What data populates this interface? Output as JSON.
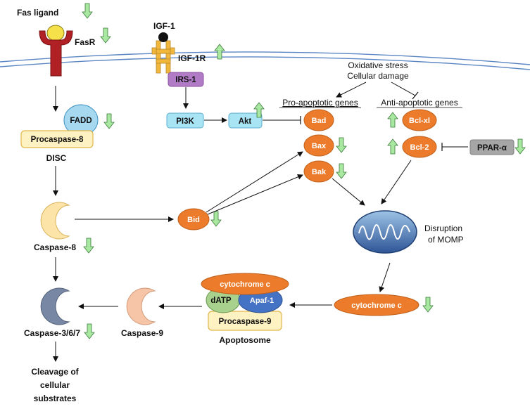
{
  "labels": {
    "fas_ligand": "Fas ligand",
    "fasr": "FasR",
    "igf1": "IGF-1",
    "igf1r": "IGF-1R",
    "irs1": "IRS-1",
    "pi3k": "PI3K",
    "akt": "Akt",
    "fadd": "FADD",
    "procaspase8": "Procaspase-8",
    "disc": "DISC",
    "caspase8": "Caspase-8",
    "caspase367": "Caspase-3/6/7",
    "caspase9": "Caspase-9",
    "cleavage_1": "Cleavage of",
    "cleavage_2": "cellular",
    "cleavage_3": "substrates",
    "ox_1": "Oxidative stress",
    "ox_2": "Cellular damage",
    "pro_apoptotic": "Pro-apoptotic genes",
    "anti_apoptotic": "Anti-apoptotic genes",
    "bad": "Bad",
    "bax": "Bax",
    "bak": "Bak",
    "bclxl": "Bcl-xl",
    "bcl2": "Bcl-2",
    "ppar": "PPAR-α",
    "bid": "Bid",
    "momp_1": "Disruption",
    "momp_2": "of MOMP",
    "cytc_mito": "cytochrome c",
    "cytc_apopt": "cytochrome c",
    "datp": "dATP",
    "apaf1": "Apaf-1",
    "procaspase9": "Procaspase-9",
    "apoptosome": "Apoptosome"
  },
  "regulation": {
    "fas_ligand": "down",
    "fasr": "down",
    "igf1r": "up",
    "fadd": "down",
    "akt": "up",
    "bax": "down",
    "bak": "down",
    "bclxl": "up",
    "bcl2": "up",
    "ppar": "down",
    "bid": "down",
    "caspase8": "down",
    "caspase367": "down",
    "cytc_mito": "down"
  },
  "colors": {
    "orange_node": "#ec7b2b",
    "cyan_node": "#a9e4f5",
    "fadd_blue": "#a6d9f0",
    "yellow_box": "#fef2c2",
    "irs1_purple": "#b27bc6",
    "ppar_gray": "#a6a6a6",
    "green_arrow": "#a9e8a0",
    "fasr_red": "#b02024",
    "membrane_blue": "#5b86c4",
    "caspase8": "#fce3a8",
    "caspase367": "#7887a3",
    "caspase9": "#f6c5a8",
    "datp_green": "#a9d18e",
    "apaf1_blue": "#4472c4"
  }
}
